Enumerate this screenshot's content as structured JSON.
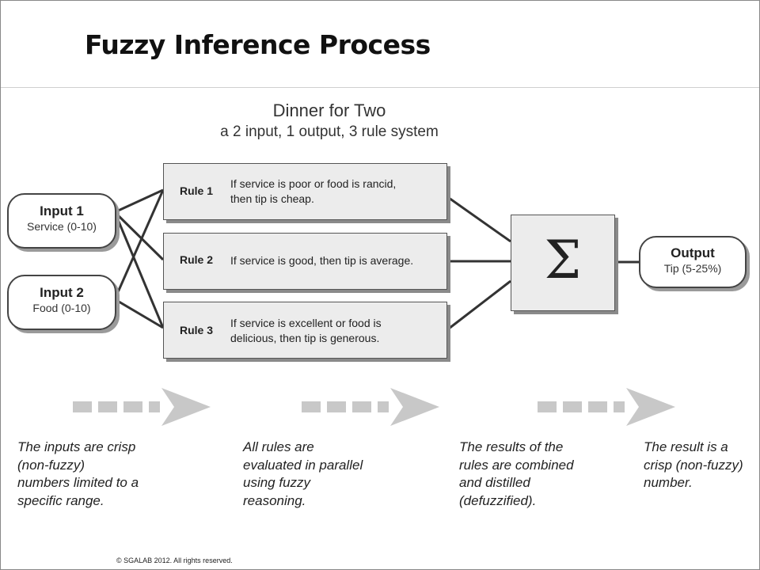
{
  "title": "Fuzzy Inference Process",
  "diagram": {
    "heading": "Dinner for Two",
    "subheading": "a 2 input, 1 output, 3 rule system",
    "inputs": [
      {
        "label": "Input 1",
        "range": "Service (0-10)"
      },
      {
        "label": "Input 2",
        "range": "Food (0-10)"
      }
    ],
    "rules": [
      {
        "label": "Rule 1",
        "lines": [
          "If service is poor or food is rancid,",
          "then tip is cheap."
        ]
      },
      {
        "label": "Rule 2",
        "lines": [
          "If service is good, then tip is average."
        ]
      },
      {
        "label": "Rule 3",
        "lines": [
          "If service is excellent or food is",
          "delicious, then tip is generous."
        ]
      }
    ],
    "aggregator_symbol": "Σ",
    "output": {
      "label": "Output",
      "range": "Tip (5-25%)"
    }
  },
  "captions": [
    [
      "The inputs are crisp",
      "(non-fuzzy)",
      "numbers limited to a",
      "specific range."
    ],
    [
      "All rules are",
      "evaluated in parallel",
      "using fuzzy",
      "reasoning."
    ],
    [
      "The results of the",
      "rules are combined",
      "and distilled",
      "(defuzzified)."
    ],
    [
      "The result is  a",
      "crisp (non-fuzzy)",
      "number."
    ]
  ],
  "copyright": "© SGALAB 2012. All rights reserved.",
  "colors": {
    "box_fill": "#ececec",
    "arrow": "#c8c8c8",
    "line": "#333333"
  }
}
